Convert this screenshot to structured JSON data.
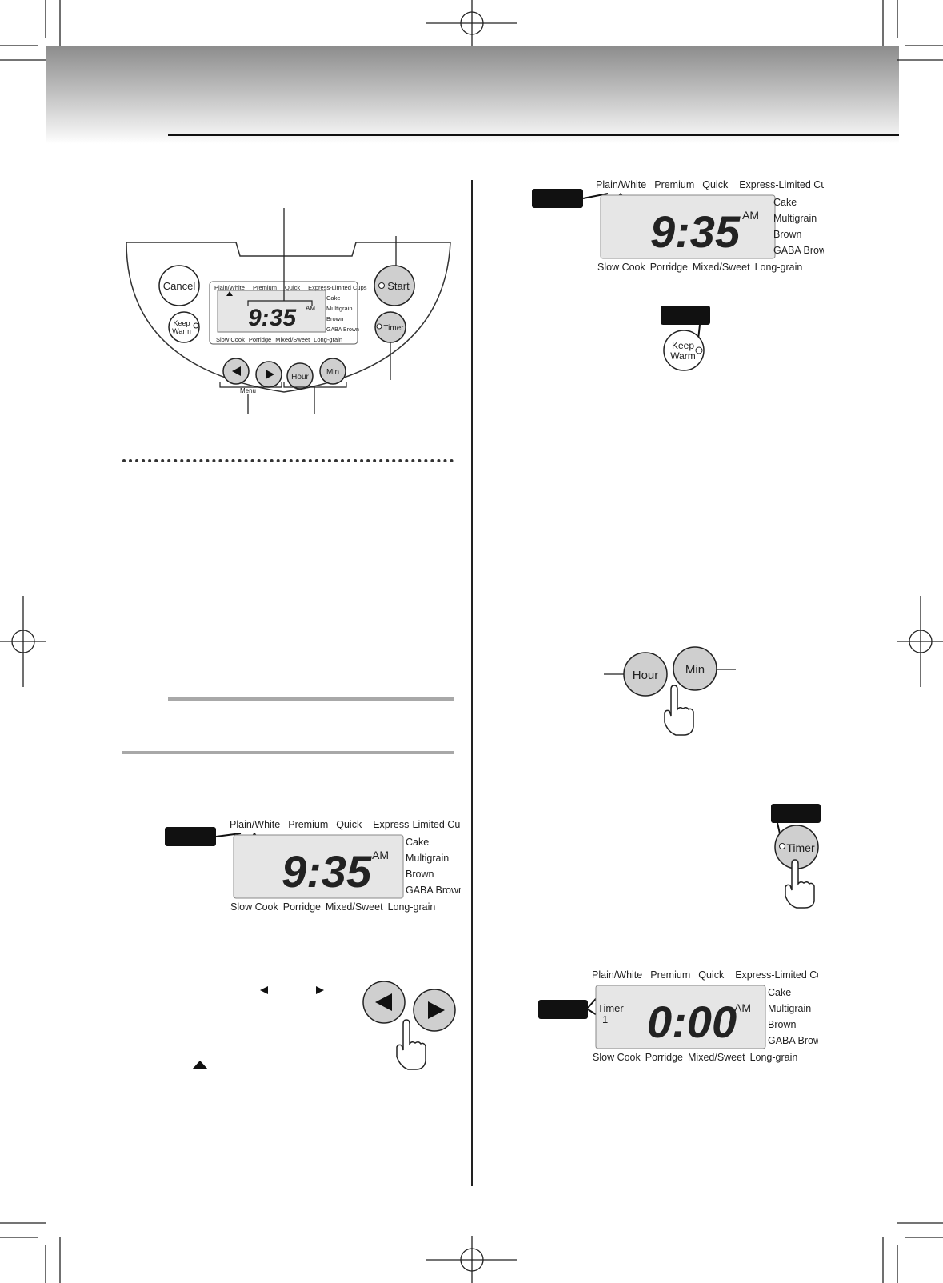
{
  "display": {
    "top_labels": [
      "Plain/White",
      "Premium",
      "Quick",
      "Express-Limited Cups"
    ],
    "side_labels": [
      "Cake",
      "Multigrain",
      "Brown",
      "GABA Brown"
    ],
    "bottom_labels": [
      "Slow Cook",
      "Porridge",
      "Mixed/Sweet",
      "Long-grain"
    ],
    "time": "9:35",
    "ampm": "AM"
  },
  "timer_display": {
    "time": "0:00",
    "ampm": "AM",
    "timer_label": "Timer",
    "timer_number": "1"
  },
  "panel": {
    "cancel": "Cancel",
    "keep": "Keep",
    "warm": "Warm",
    "start": "Start",
    "timer": "Timer",
    "hour": "Hour",
    "min": "Min",
    "left_arrow": "◄",
    "right_arrow": "►",
    "menu": "Menu"
  },
  "icons": {
    "pointing_hand": "pointing-hand-icon",
    "triangle_up": "triangle-up-icon",
    "arrow_left": "arrow-left-icon",
    "arrow_right": "arrow-right-icon"
  }
}
